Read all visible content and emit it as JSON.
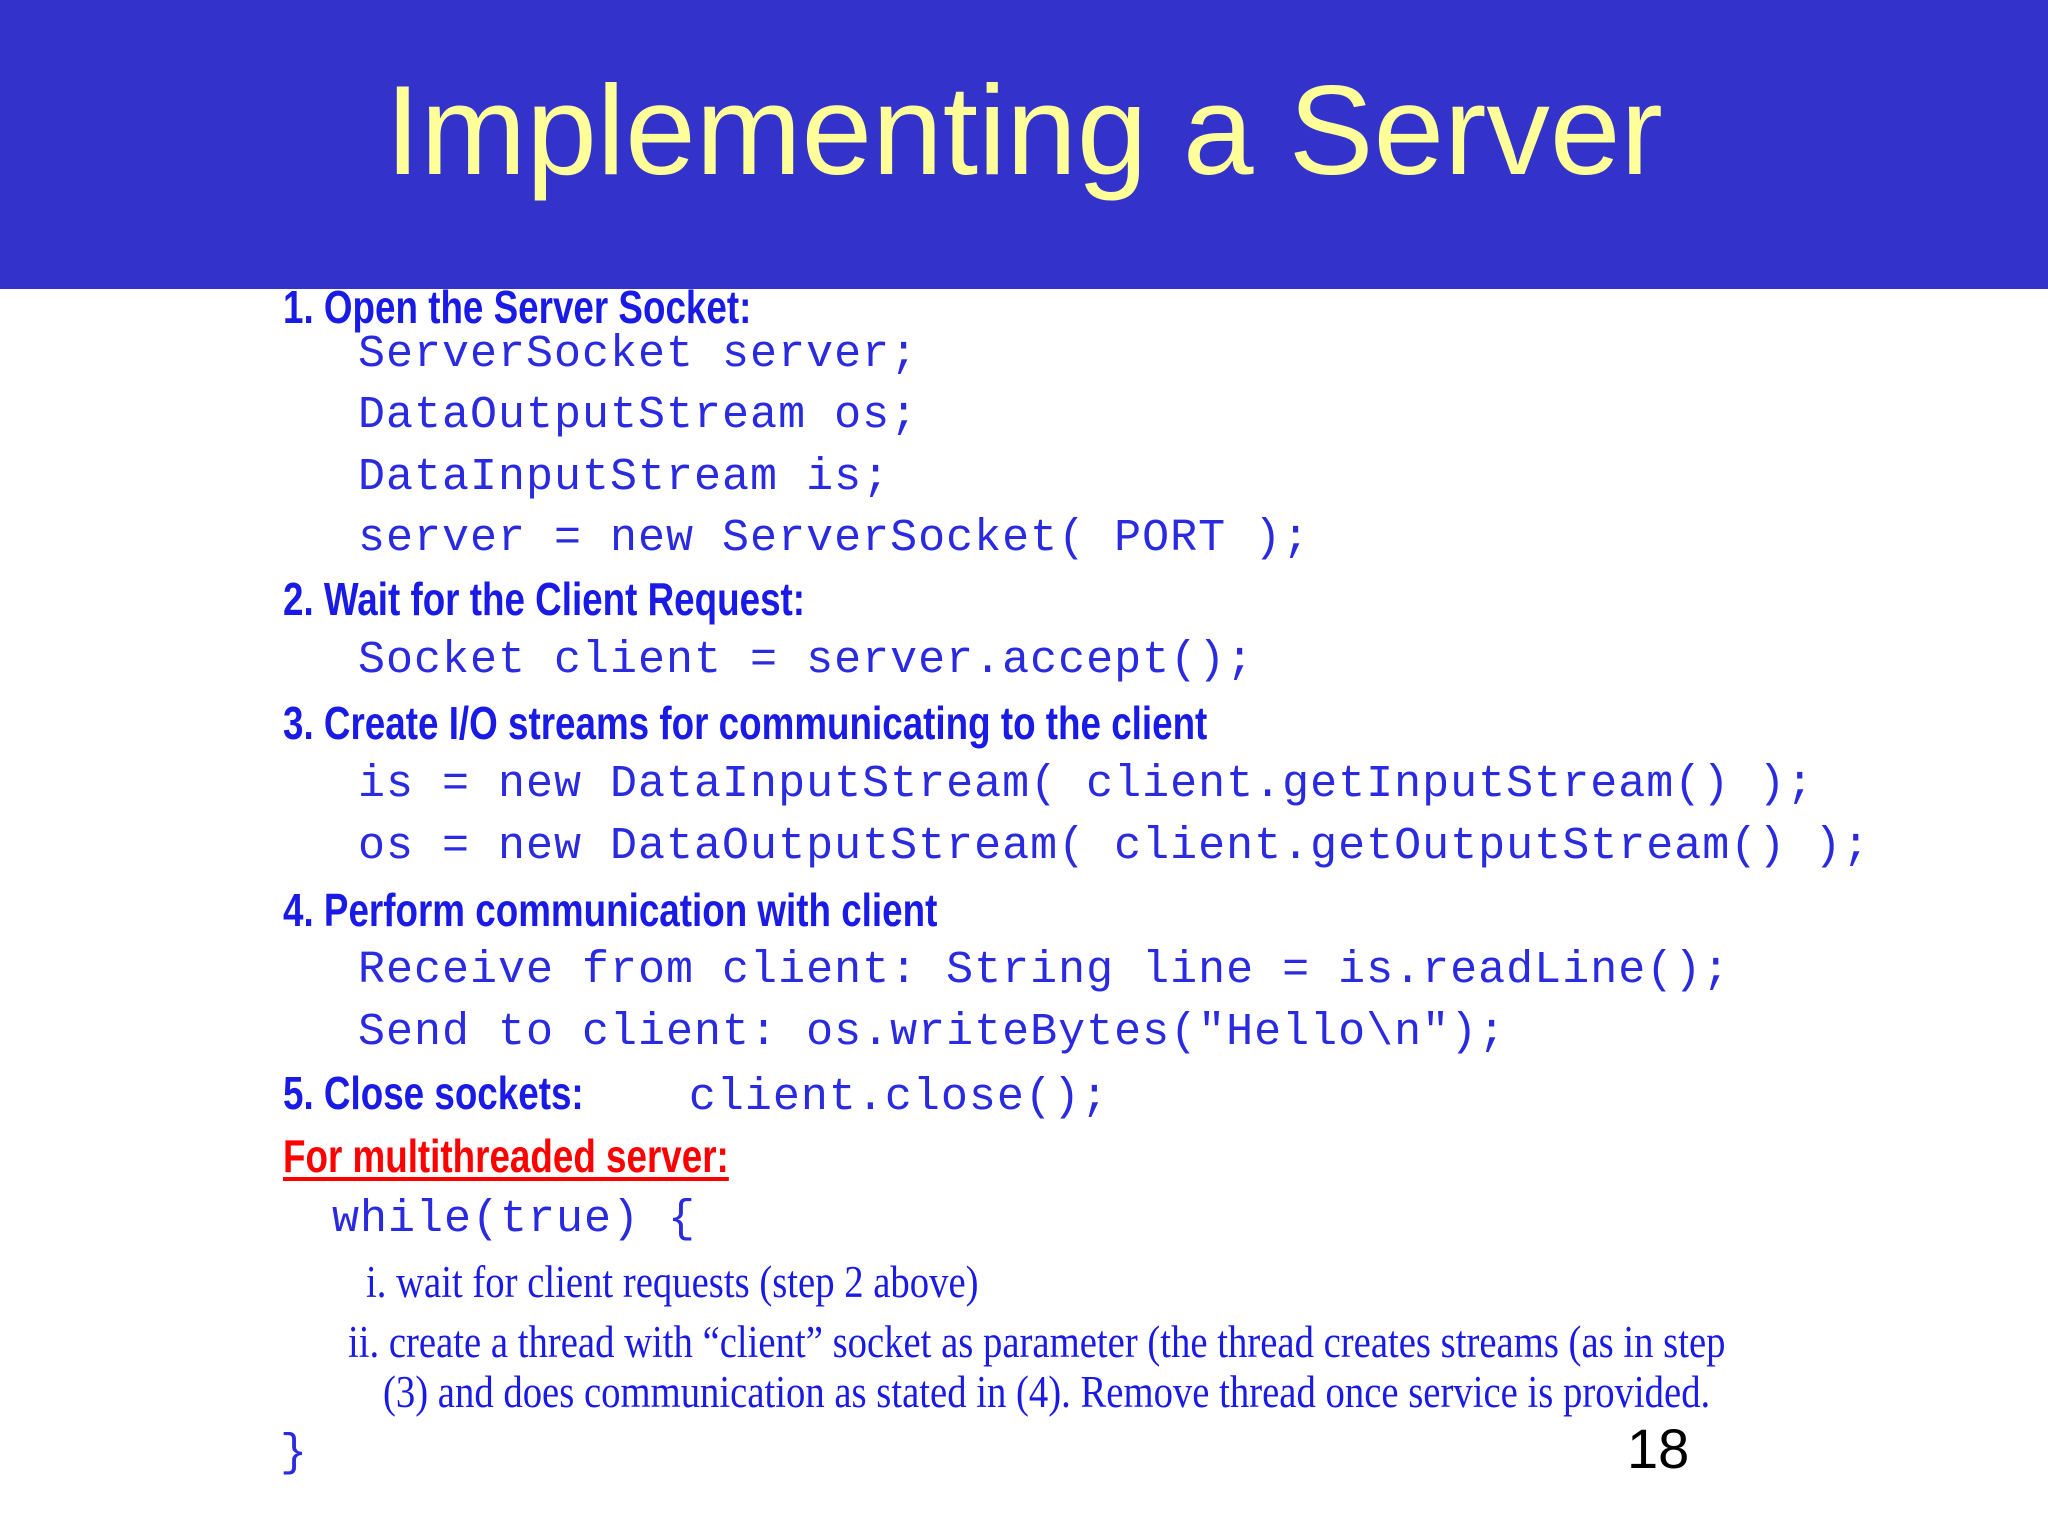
{
  "slide": {
    "title": "Implementing a Server",
    "page_number": "18",
    "colors": {
      "header_bg": "#3333cc",
      "title_text": "#ffff99",
      "body_blue": "#1a1ae6",
      "code_blue": "#2a2ae0",
      "highlight_red": "#ff0000",
      "page_number": "#000000",
      "background": "#ffffff"
    }
  },
  "steps": [
    {
      "heading": "1. Open the Server Socket:"
    },
    {
      "heading": "2. Wait for the Client Request:"
    },
    {
      "heading": "3. Create I/O streams for communicating to the client"
    },
    {
      "heading": "4. Perform communication with client"
    },
    {
      "heading": "5. Close sockets:",
      "inline_code": "client.close();"
    }
  ],
  "code": {
    "step1_line1": "ServerSocket server;",
    "step1_line2": "DataOutputStream os;",
    "step1_line3": "DataInputStream is;",
    "step1_line4": "server = new ServerSocket( PORT );",
    "step2_line1": "Socket client = server.accept();",
    "step3_line1": "is = new DataInputStream( client.getInputStream() );",
    "step3_line2": "os = new DataOutputStream( client.getOutputStream() );",
    "step4_line1": "Receive from client: String line = is.readLine();",
    "step4_line2": "Send to client: os.writeBytes(\"Hello\\n\");",
    "loop_open": "while(true) {",
    "loop_close": "}"
  },
  "multithreaded": {
    "heading": "For multithreaded server:",
    "items": [
      "i. wait for client requests (step 2 above)",
      "ii. create a thread with “client” socket as parameter (the thread creates streams (as in step",
      "(3) and does communication as stated  in (4). Remove thread once service is provided."
    ]
  }
}
